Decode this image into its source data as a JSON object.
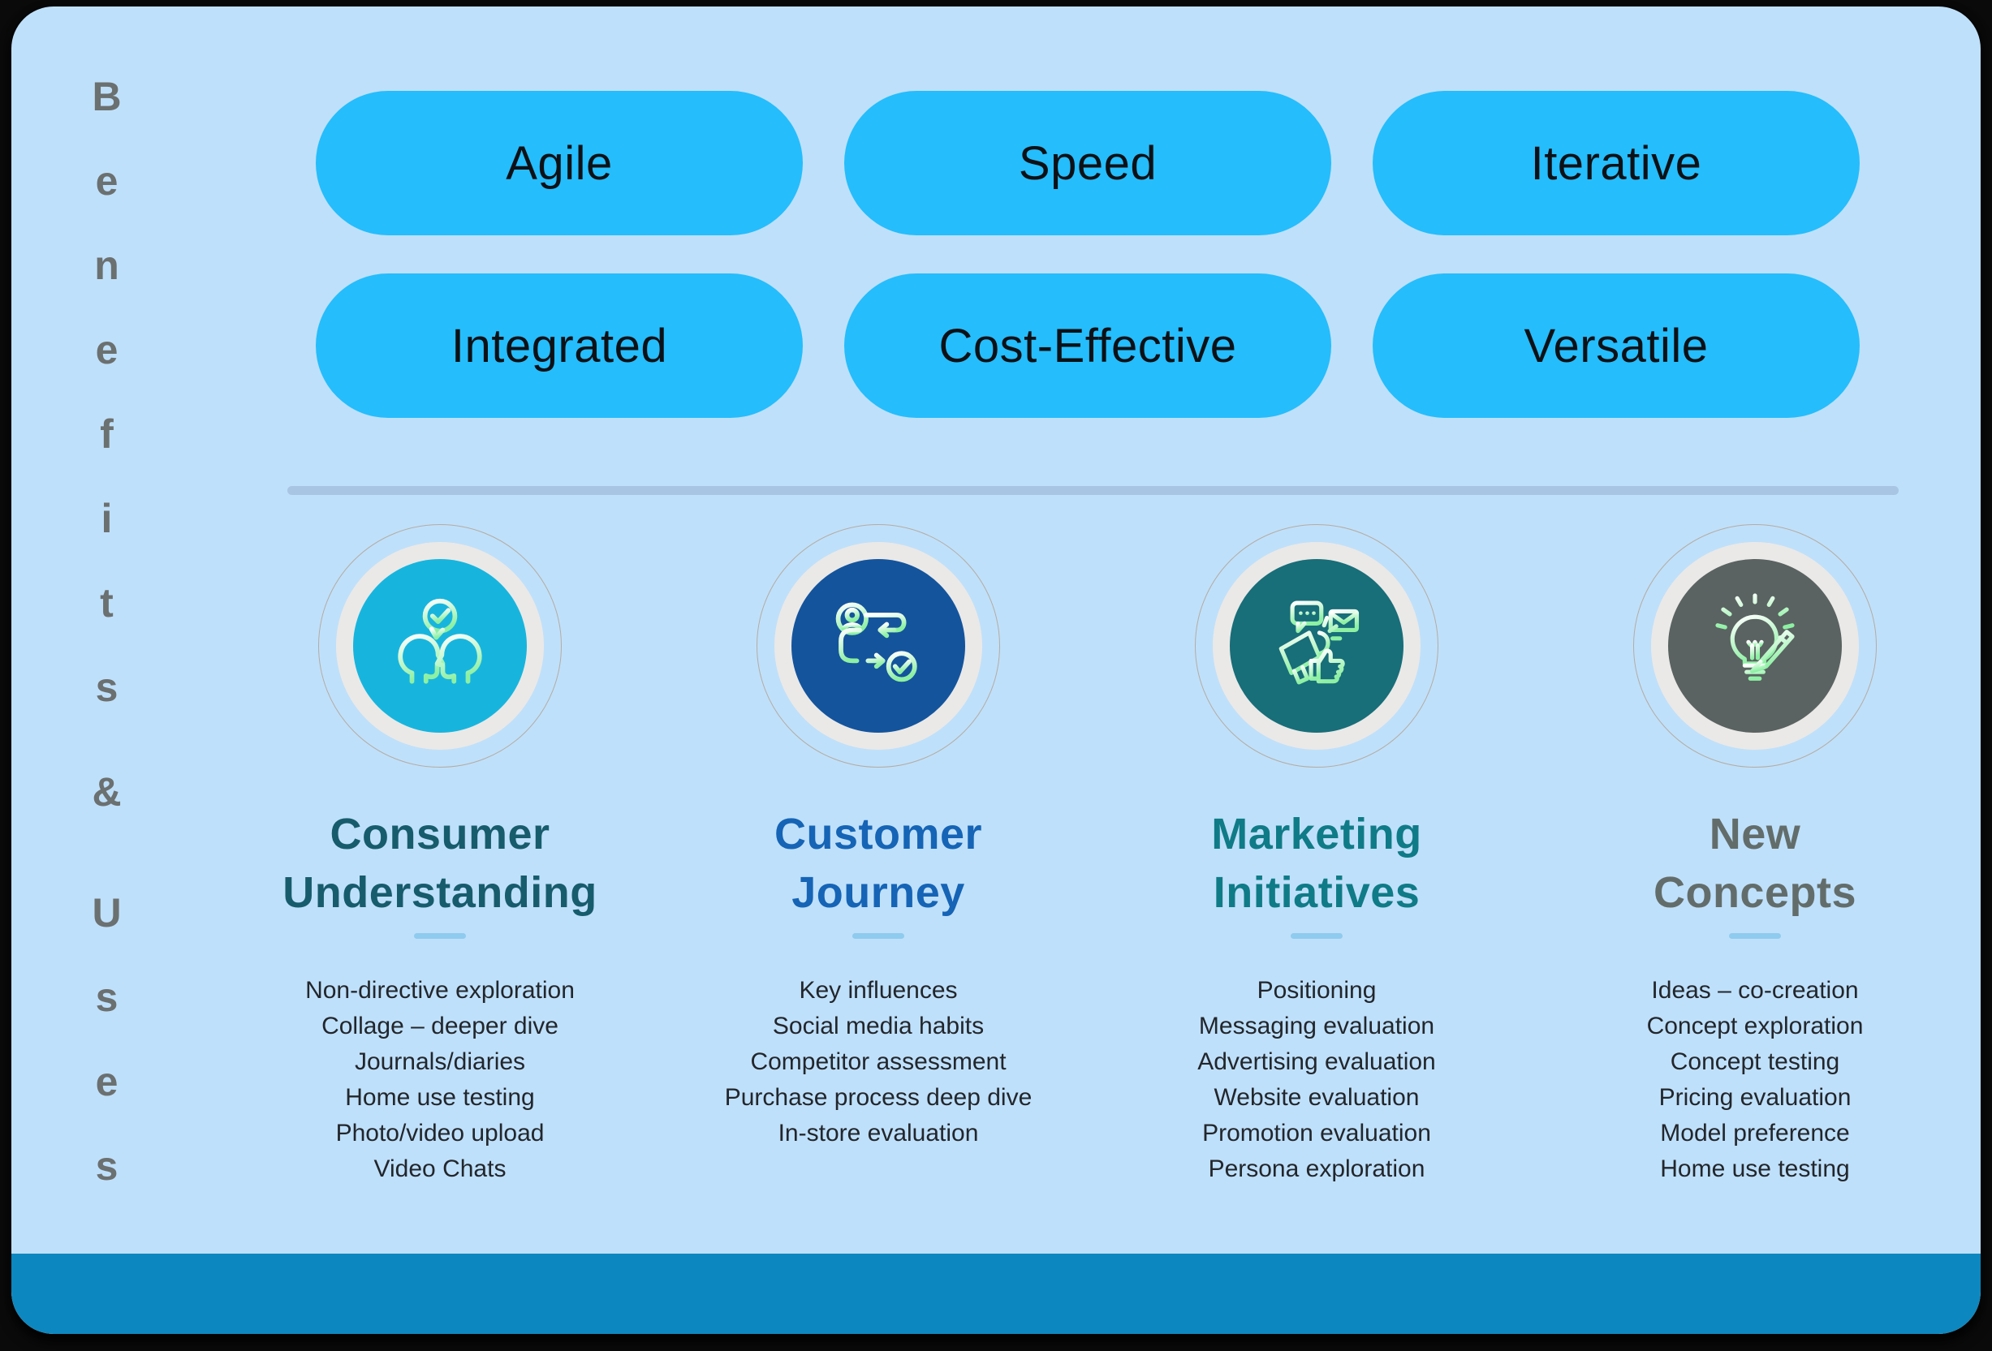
{
  "page_title": "Benefits & Uses",
  "sidebar": {
    "benefits_letters": [
      "B",
      "e",
      "n",
      "e",
      "f",
      "i",
      "t",
      "s"
    ],
    "ampersand": "&",
    "uses_letters": [
      "U",
      "s",
      "e",
      "s"
    ],
    "text_color": "#6b7070"
  },
  "pills": {
    "labels": [
      "Agile",
      "Speed",
      "Iterative",
      "Integrated",
      "Cost-Effective",
      "Versatile"
    ],
    "fill": "#25bdfc"
  },
  "columns": [
    {
      "title_line1": "Consumer",
      "title_line2": "Understanding",
      "title_color": "#175c6d",
      "circle_color": "#17b5de",
      "icon": "people-chat-check-icon",
      "items": [
        "Non-directive exploration",
        "Collage – deeper dive",
        "Journals/diaries",
        "Home use testing",
        "Photo/video upload",
        "Video Chats"
      ]
    },
    {
      "title_line1": "Customer",
      "title_line2": "Journey",
      "title_color": "#1564b6",
      "circle_color": "#14549d",
      "icon": "journey-flow-icon",
      "items": [
        "Key influences",
        "Social media habits",
        "Competitor assessment",
        "Purchase process deep dive",
        "In-store evaluation"
      ]
    },
    {
      "title_line1": "Marketing",
      "title_line2": "Initiatives",
      "title_color": "#0f7b87",
      "circle_color": "#186e79",
      "icon": "megaphone-campaign-icon",
      "items": [
        "Positioning",
        "Messaging evaluation",
        "Advertising evaluation",
        "Website evaluation",
        "Promotion evaluation",
        "Persona exploration"
      ]
    },
    {
      "title_line1": "New",
      "title_line2": "Concepts",
      "title_color": "#626d6b",
      "circle_color": "#5a6361",
      "icon": "lightbulb-pencil-icon",
      "items": [
        "Ideas – co-creation",
        "Concept exploration",
        "Concept testing",
        "Pricing evaluation",
        "Model preference",
        "Home use testing"
      ]
    }
  ],
  "colors": {
    "card_bg": "#bfe0fa",
    "bottom_bar": "#0d87bf",
    "divider": "#a8c5e4",
    "title_underline": "#8ecbee",
    "icon_stroke_top": "#ffffff",
    "icon_stroke_bottom": "#8df0a3"
  }
}
